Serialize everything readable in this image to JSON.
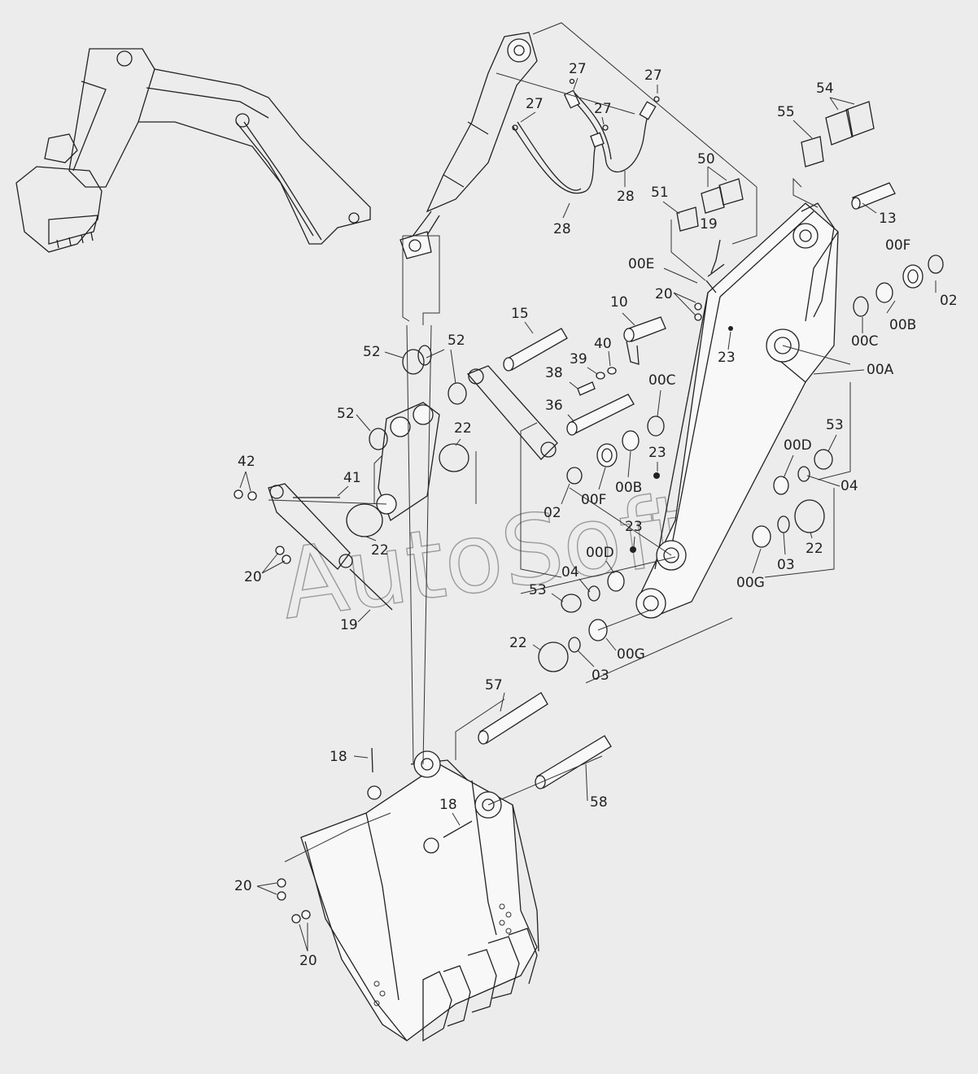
{
  "watermark": "AutoSoft",
  "labels": {
    "l13": "13",
    "l00F": "00F",
    "l02a": "02",
    "l00B_a": "00B",
    "l00C_a": "00C",
    "l00A": "00A",
    "l55": "55",
    "l54": "54",
    "l50": "50",
    "l51": "51",
    "l19a": "19",
    "l00E": "00E",
    "l20a": "20",
    "l10": "10",
    "l23a": "23",
    "l27a": "27",
    "l27b": "27",
    "l27c": "27",
    "l27d": "27",
    "l28a": "28",
    "l28b": "28",
    "l15": "15",
    "l52a": "52",
    "l52b": "52",
    "l52c": "52",
    "l39": "39",
    "l40": "40",
    "l38": "38",
    "l36": "36",
    "l00C_b": "00C",
    "l22a": "22",
    "l42": "42",
    "l41": "41",
    "l22b": "22",
    "l02b": "02",
    "l00F_b": "00F",
    "l00B_b": "00B",
    "l23b": "23",
    "l53a": "53",
    "l00D_a": "00D",
    "l04a": "04",
    "l20b": "20",
    "l19b": "19",
    "l23c": "23",
    "l00D_b": "00D",
    "l04b": "04",
    "l53b": "53",
    "l22c": "22",
    "l03a": "03",
    "l00G_a": "00G",
    "l22d": "22",
    "l03b": "03",
    "l00G_b": "00G",
    "l57": "57",
    "l18a": "18",
    "l18b": "18",
    "l58": "58",
    "l20c": "20",
    "l20d": "20"
  }
}
